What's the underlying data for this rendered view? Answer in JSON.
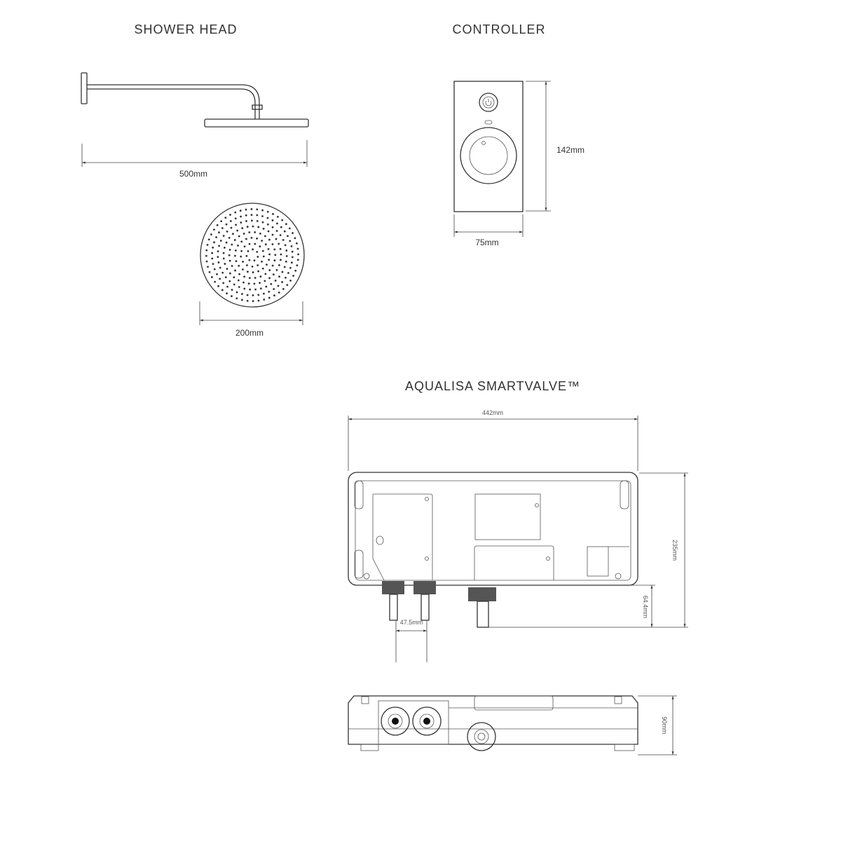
{
  "sections": {
    "shower_head": {
      "title": "SHOWER HEAD",
      "arm_length": "500mm",
      "head_diameter": "200mm"
    },
    "controller": {
      "title": "CONTROLLER",
      "height": "142mm",
      "width": "75mm"
    },
    "smartvalve": {
      "title": "AQUALISA SMARTVALVE™",
      "width": "442mm",
      "height": "235mm",
      "outlet_drop": "64.4mm",
      "inlet_spacing": "47.5mm",
      "depth": "90mm"
    }
  },
  "colors": {
    "line": "#333333",
    "background": "#ffffff"
  }
}
